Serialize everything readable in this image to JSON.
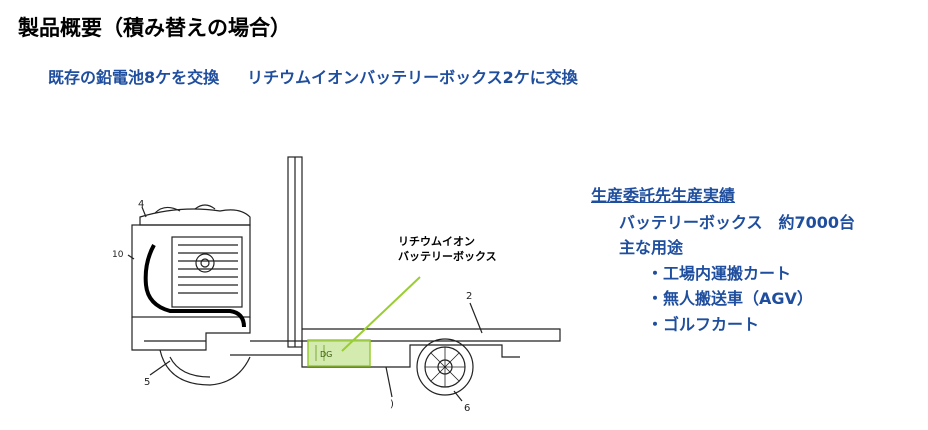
{
  "header": {
    "title": "製品概要（積み替えの場合）",
    "subtitle_left": "既存の鉛電池8ケを交換",
    "subtitle_right": "リチウムイオンバッテリーボックス2ケに交換"
  },
  "diagram": {
    "callout_line1": "リチウムイオン",
    "callout_line2": "バッテリーボックス",
    "ref_4": "4",
    "ref_10": "10",
    "ref_2": "2",
    "ref_5": "5",
    "ref_6": "6",
    "ref_1": ")",
    "box_label": "DG",
    "highlight_color": "#9acd32"
  },
  "info": {
    "heading": "生産委託先生産実績",
    "battery_line": "バッテリーボックス　約7000台",
    "usage_heading": "主な用途",
    "usages": [
      "・工場内運搬カート",
      "・無人搬送車（AGV）",
      "・ゴルフカート"
    ],
    "text_color": "#1f4e9e"
  }
}
